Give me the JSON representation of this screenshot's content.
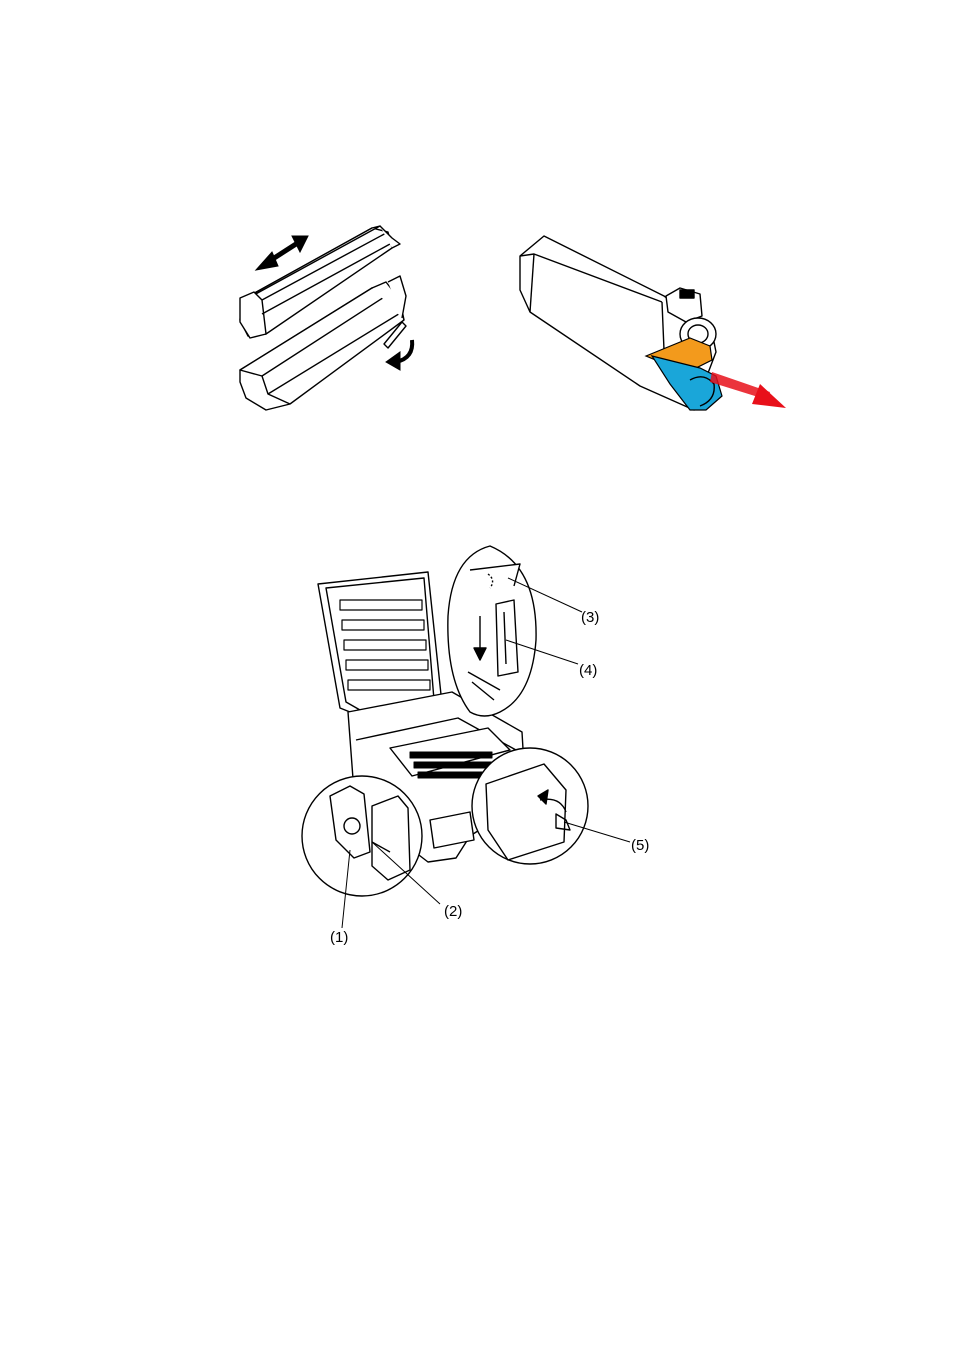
{
  "document": {
    "figure_toner_handling": {
      "arrow_colors": {
        "motion_arrow": "#000000",
        "remove_arrow": "#e8101a"
      },
      "part_colors": {
        "lever": "#f39a1c",
        "tape_cover": "#1aa6d9"
      }
    },
    "figure_printer_open": {
      "callouts": [
        "(1)",
        "(2)",
        "(3)",
        "(4)",
        "(5)"
      ]
    }
  }
}
